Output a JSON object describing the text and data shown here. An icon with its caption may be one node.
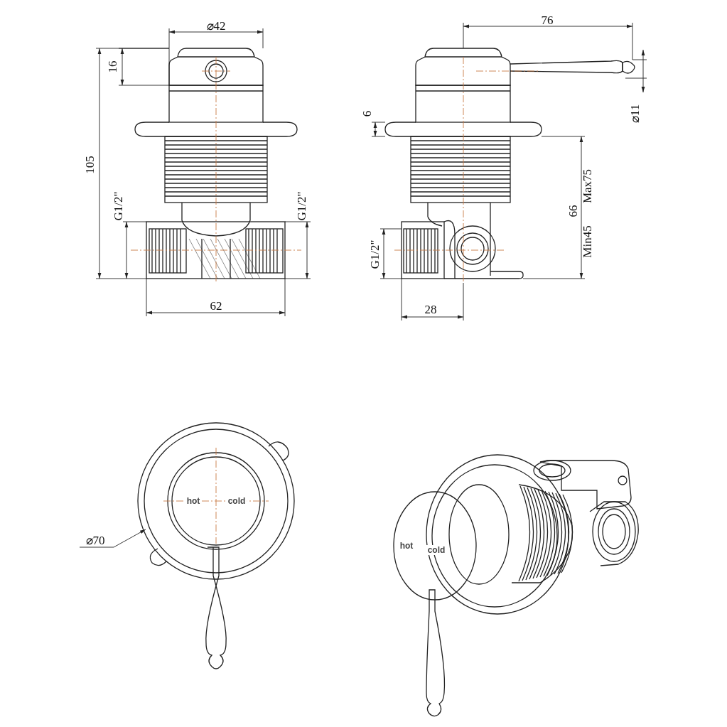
{
  "diagram": {
    "labels": [
      "⌀42",
      "76",
      "16",
      "6",
      "⌀11",
      "105",
      "G1/2\"",
      "G1/2\"",
      "66",
      "Min45",
      "Max75",
      "G1/2\"",
      "62",
      "28",
      "hot",
      "cold",
      "⌀70",
      "hot",
      "cold"
    ]
  }
}
